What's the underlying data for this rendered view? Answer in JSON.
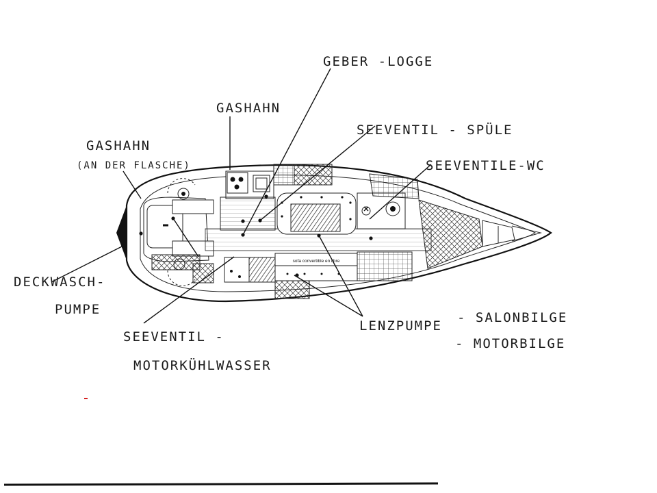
{
  "labels": {
    "geber_logge": "GEBER -LOGGE",
    "gashahn_top": "GASHAHN",
    "seeventil_spuele": "SEEVENTIL - SPÜLE",
    "gashahn_left": "GASHAHN",
    "an_der_flasche": "(AN DER FLASCHE)",
    "seeventile_wc": "SEEVENTILE-WC",
    "deckwasch": "DECKWASCH-",
    "pumpe": "PUMPE",
    "seeventil": "SEEVENTIL -",
    "motorkuehlwasser": "MOTORKÜHLWASSER",
    "lenzpumpe": "LENZPUMPE",
    "salonbilge": "- SALONBILGE",
    "motorbilge": "- MOTORBILGE"
  },
  "plan_text": {
    "sofa": "sofa convertible en libre"
  },
  "colors": {
    "ink": "#111111",
    "red_mark": "#d42020"
  }
}
